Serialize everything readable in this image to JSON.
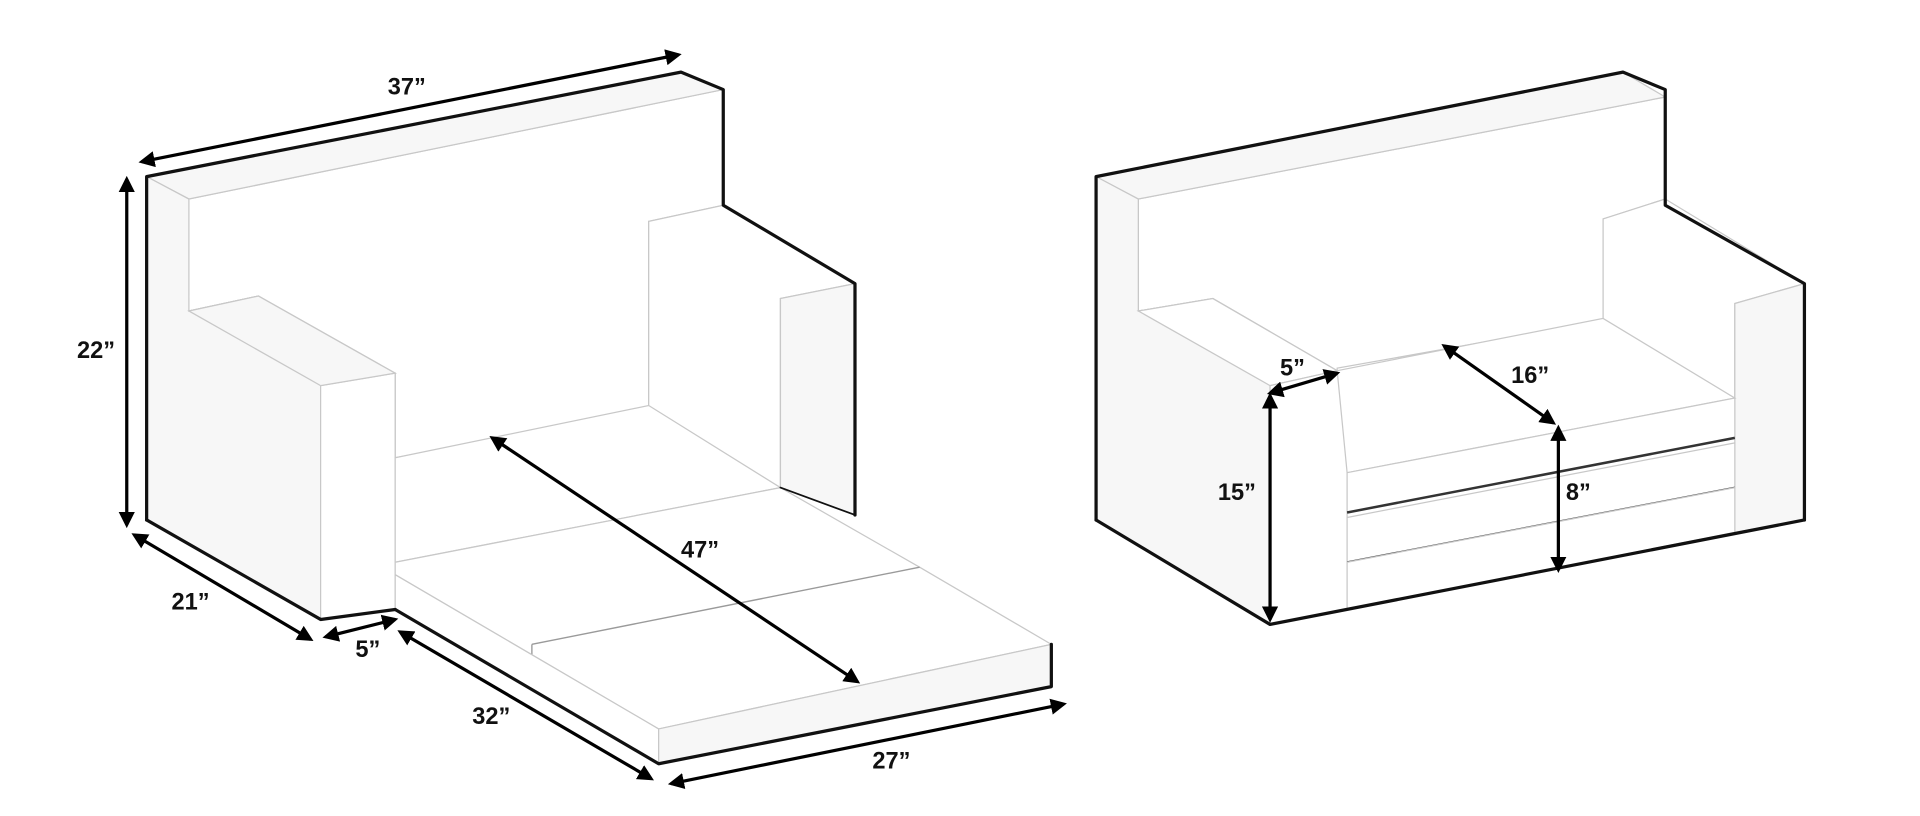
{
  "diagram": {
    "type": "furniture-dimension-drawing",
    "left_view": {
      "name": "sofa-bed-unfolded",
      "dimensions": {
        "overall_width": "37”",
        "overall_height": "22”",
        "overall_depth": "21”",
        "arm_width": "5”",
        "mattress_length": "32”",
        "mattress_width": "27”",
        "bed_length": "47”"
      }
    },
    "right_view": {
      "name": "sofa-folded",
      "dimensions": {
        "arm_width": "5”",
        "seat_depth": "16”",
        "arm_height": "15”",
        "cushion_height": "8”"
      }
    }
  }
}
